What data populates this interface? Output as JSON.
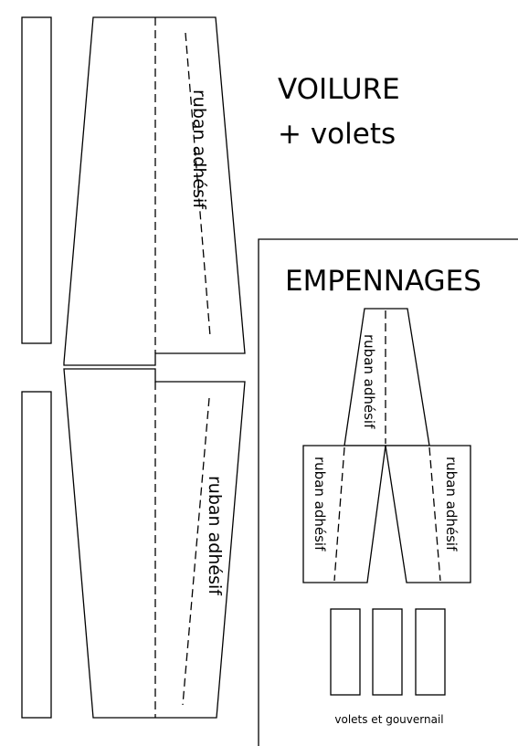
{
  "wing_section": {
    "title_line1": "VOILURE",
    "title_line2": "+ volets",
    "tape_label_upper": "ruban adhésif",
    "tape_label_lower": "ruban adhésif"
  },
  "tail_section": {
    "title": "EMPENNAGES",
    "tape_label_fin": "ruban adhésif",
    "tape_label_left": "ruban adhésif",
    "tape_label_right": "ruban adhésif",
    "control_surfaces_label": "volets et gouvernail"
  }
}
